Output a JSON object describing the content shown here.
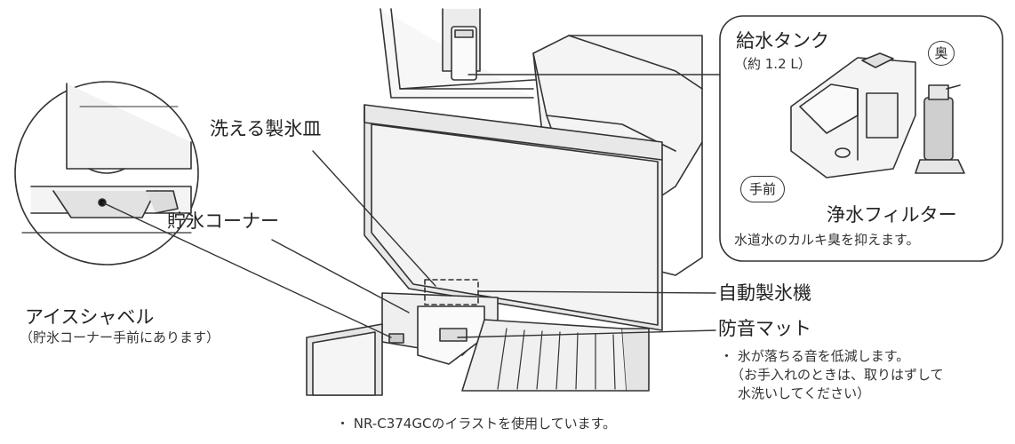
{
  "labels": {
    "washable_tray": "洗える製氷皿",
    "storage_corner": "貯氷コーナー",
    "ice_shovel": "アイスシャベル",
    "ice_shovel_note": "（貯氷コーナー手前にあります）",
    "auto_ice_maker": "自動製氷機",
    "soundproof_mat": "防音マット",
    "mat_note_1": "・ 氷が落ちる音を低減します。",
    "mat_note_2": "（お手入れのときは、取りはずして",
    "mat_note_3": "水洗いしてください）",
    "water_tank": "給水タンク",
    "water_tank_capacity": "（約 1.2 L）",
    "back_badge": "奥",
    "front_badge": "手前",
    "water_filter": "浄水フィルター",
    "water_filter_note": "水道水のカルキ臭を抑えます。",
    "footer_note": "・ NR-C374GCのイラストを使用しています。"
  },
  "colors": {
    "line": "#333333",
    "fill_light": "#f4f4f4",
    "fill_mid": "#e6e6e6",
    "fill_dark": "#bdbdbd"
  }
}
